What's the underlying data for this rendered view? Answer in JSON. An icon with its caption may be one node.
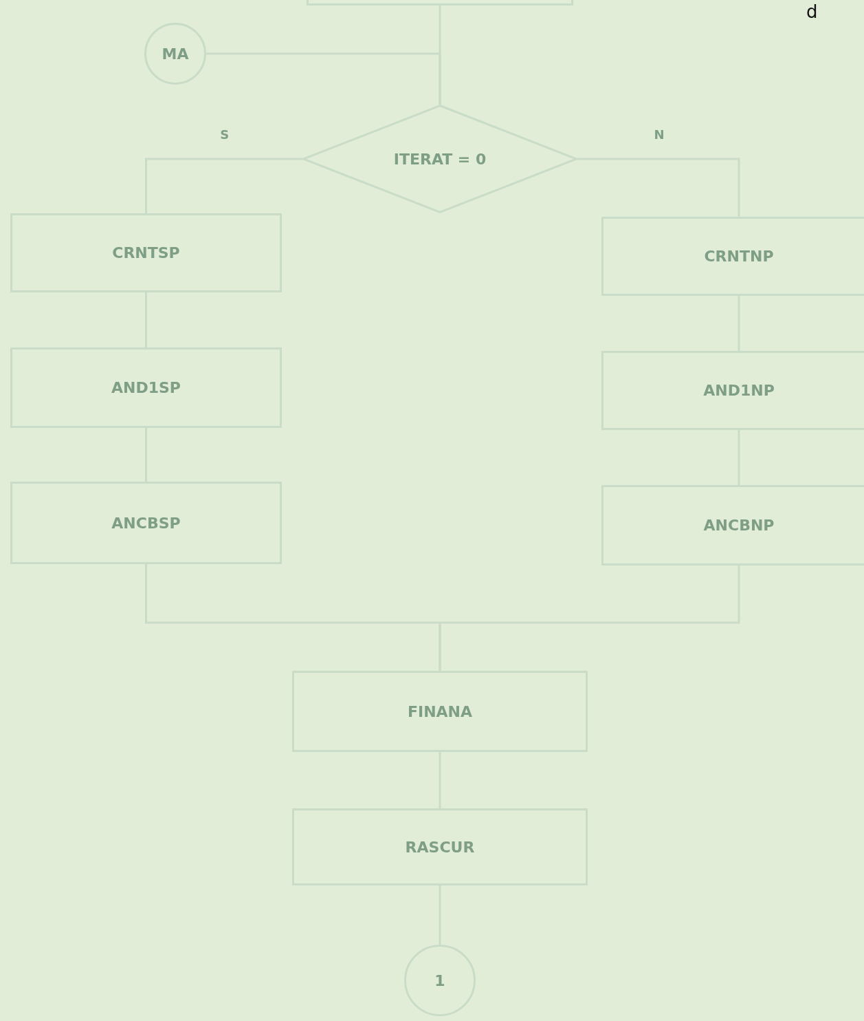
{
  "diagram": {
    "nodes": [
      {
        "text": [],
        "shape": "box"
      },
      {
        "text": [
          "MA"
        ]
      },
      {
        "text": [
          "ITERAT = 0"
        ]
      },
      {
        "text": [
          "CRNTSP"
        ]
      },
      {
        "text": [
          "CRNTNP"
        ]
      },
      {
        "text": [
          "AND1SP"
        ]
      },
      {
        "text": [
          "AND1NP"
        ]
      },
      {
        "text": [
          "ANCBSP"
        ]
      },
      {
        "text": [
          "ANCBNP"
        ]
      },
      {
        "text": [
          "FINANA"
        ]
      },
      {
        "text": [
          "RASCUR"
        ]
      },
      {
        "text": [
          "1"
        ]
      }
    ],
    "edges": [
      {
        "from": 0,
        "to": 2,
        "arrow": "none"
      },
      {
        "from": 1,
        "to": 2,
        "arrow": "none"
      },
      {
        "from": 2,
        "to": 3,
        "arrow": "none",
        "label": "S"
      },
      {
        "from": 2,
        "to": 4,
        "arrow": "none",
        "label": "N"
      },
      {
        "from": 3,
        "to": 5,
        "arrow": "none"
      },
      {
        "from": 5,
        "to": 7,
        "arrow": "none"
      },
      {
        "from": 4,
        "to": 6,
        "arrow": "none"
      },
      {
        "from": 6,
        "to": 8,
        "arrow": "none"
      },
      {
        "from": 7,
        "to": 9,
        "arrow": "none"
      },
      {
        "from": 8,
        "to": 9,
        "arrow": "none"
      },
      {
        "from": 9,
        "to": 10,
        "arrow": "none"
      },
      {
        "from": 10,
        "to": 11,
        "arrow": "none"
      }
    ],
    "labels": [
      "d"
    ]
  }
}
